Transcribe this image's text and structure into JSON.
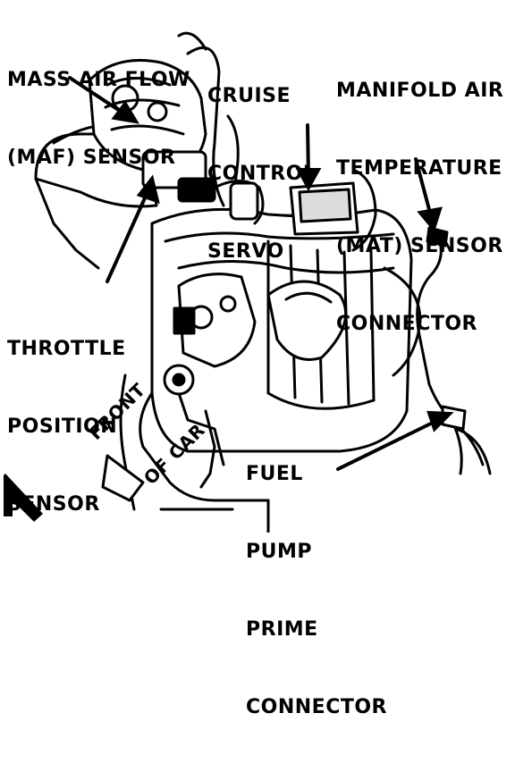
{
  "labels": {
    "maf": [
      "MASS AIR FLOW",
      "(MAF) SENSOR"
    ],
    "cruise": [
      "CRUISE",
      "CONTROL",
      "SERVO"
    ],
    "mat": [
      "MANIFOLD AIR",
      "TEMPERATURE",
      "(MAT) SENSOR",
      "CONNECTOR"
    ],
    "tps": [
      "THROTTLE",
      "POSITION",
      "SENSOR"
    ],
    "fuel": [
      "FUEL",
      "PUMP",
      "PRIME",
      "CONNECTOR"
    ],
    "front": [
      "FRONT",
      "OF CAR"
    ]
  },
  "colors": {
    "ink": "#000000",
    "paper": "#ffffff"
  }
}
